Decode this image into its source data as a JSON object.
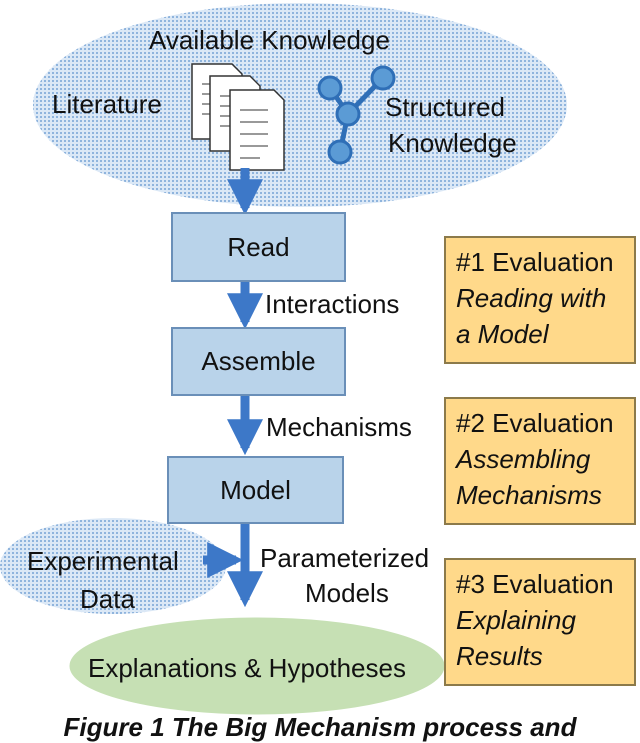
{
  "knowledge": {
    "title": "Available Knowledge",
    "literature": "Literature",
    "structured_line1": "Structured",
    "structured_line2": "Knowledge"
  },
  "steps": {
    "read": "Read",
    "assemble": "Assemble",
    "model": "Model"
  },
  "edges": {
    "interactions": "Interactions",
    "mechanisms": "Mechanisms",
    "parameterized_line1": "Parameterized",
    "parameterized_line2": "Models"
  },
  "experimental": {
    "line1": "Experimental",
    "line2": "Data"
  },
  "output": "Explanations & Hypotheses",
  "evaluations": [
    {
      "title": "#1 Evaluation",
      "line1": "Reading with",
      "line2": "a Model"
    },
    {
      "title": "#2 Evaluation",
      "line1": "Assembling",
      "line2": "Mechanisms"
    },
    {
      "title": "#3 Evaluation",
      "line1": "Explaining",
      "line2": "Results"
    }
  ],
  "caption": "Figure 1 The Big Mechanism process and",
  "colors": {
    "dotted_blue": "#8fb4dd",
    "box_blue": "#b9d3ea",
    "arrow_blue": "#3d78c8",
    "eval_yellow": "#ffd98a",
    "output_green": "#c6e0b4"
  }
}
